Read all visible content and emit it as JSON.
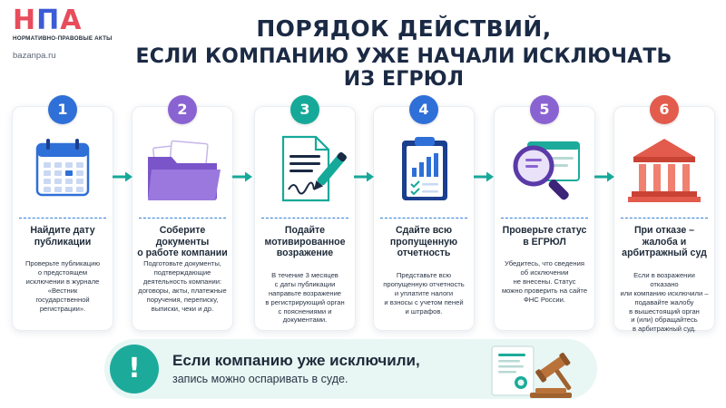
{
  "logo": {
    "letters": [
      "Н",
      "П",
      "А"
    ],
    "subtitle": "НОРМАТИВНО-ПРАВОВЫЕ АКТЫ",
    "site": "bazanpa.ru"
  },
  "title": {
    "line1": "ПОРЯДОК ДЕЙСТВИЙ,",
    "line2": "ЕСЛИ КОМПАНИЮ УЖЕ НАЧАЛИ ИСКЛЮЧАТЬ ИЗ ЕГРЮЛ"
  },
  "colors": {
    "step1": "#2f6fd8",
    "step2": "#8a63d2",
    "step3": "#16a99a",
    "step4": "#2f6fd8",
    "step5": "#8a63d2",
    "step6": "#e25b4c",
    "arrow": "#16a99a",
    "divider": "#2f7fd8"
  },
  "steps": [
    {
      "number": "1",
      "icon": "calendar-icon",
      "title": [
        "Найдите дату",
        "публикации"
      ],
      "text": [
        "Проверьте публикацию",
        "о предстоящем",
        "исключении в журнале",
        "«Вестник",
        "государственной",
        "регистрации»."
      ]
    },
    {
      "number": "2",
      "icon": "folder-icon",
      "title": [
        "Соберите документы",
        "о работе компании"
      ],
      "text": [
        "Подготовьте документы,",
        "подтверждающие",
        "деятельность компании:",
        "договоры, акты, платежные",
        "поручения, переписку,",
        "выписки, чеки и др."
      ]
    },
    {
      "number": "3",
      "icon": "document-signature-icon",
      "title": [
        "Подайте",
        "мотивированное",
        "возражение"
      ],
      "text": [
        "В течение 3 месяцев",
        "с даты публикации",
        "направьте возражение",
        "в регистрирующий орган",
        "с пояснениями и",
        "документами."
      ]
    },
    {
      "number": "4",
      "icon": "clipboard-report-icon",
      "title": [
        "Сдайте всю",
        "пропущенную",
        "отчетность"
      ],
      "text": [
        "Представьте всю",
        "пропущенную отчетность",
        "и уплатите налоги",
        "и взносы с учетом пеней",
        "и штрафов."
      ]
    },
    {
      "number": "5",
      "icon": "magnifier-icon",
      "title": [
        "Проверьте статус",
        "в ЕГРЮЛ"
      ],
      "text": [
        "Убедитесь, что сведения",
        "об исключении",
        "не внесены. Статус",
        "можно проверить на сайте",
        "ФНС России."
      ]
    },
    {
      "number": "6",
      "icon": "courthouse-icon",
      "title": [
        "При отказе –",
        "жалоба и",
        "арбитражный суд"
      ],
      "text": [
        "Если в возражении отказано",
        "или компанию исключили –",
        "подавайте жалобу",
        "в вышестоящий орган",
        "и (или) обращайтесь",
        "в арбитражный суд."
      ]
    }
  ],
  "banner": {
    "icon": "exclamation-icon",
    "mark": "!",
    "title": "Если компанию уже исключили,",
    "subtitle": "запись можно оспаривать в суде.",
    "illustration": "document-gavel-icon"
  }
}
